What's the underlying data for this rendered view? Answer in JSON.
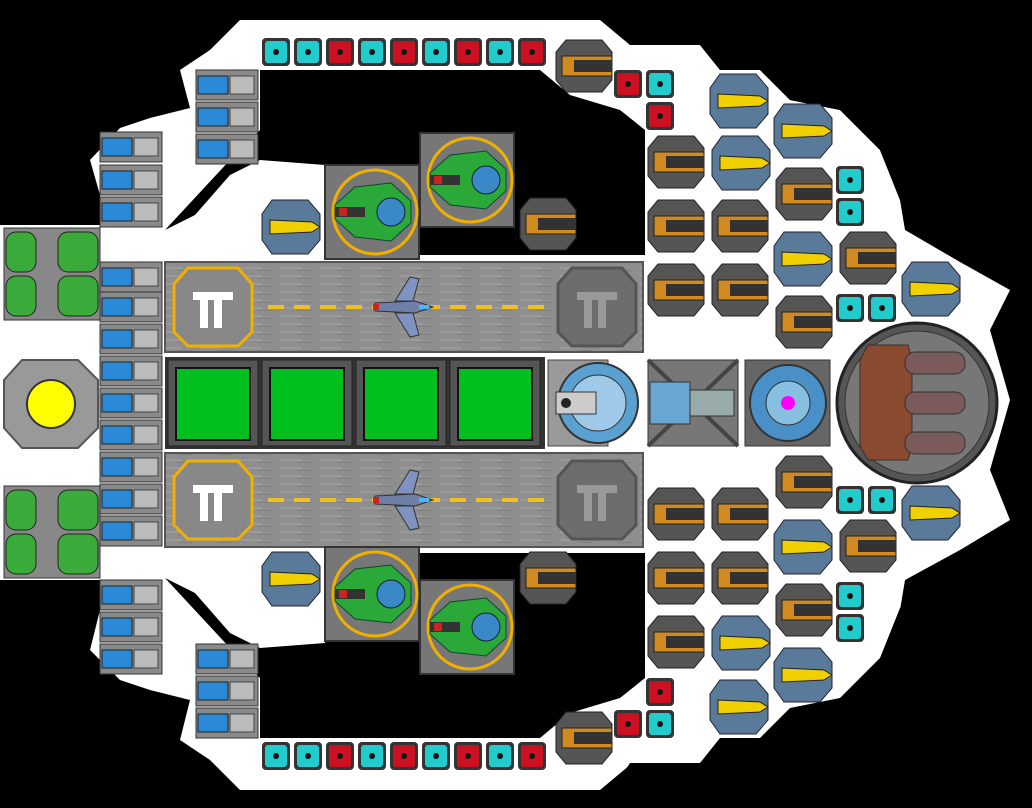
{
  "app": {
    "title": "",
    "view": "ship-layout"
  },
  "colors": {
    "background": "#000000",
    "hull": "#ffffff",
    "deck": "#8c8c8c",
    "runway_stripe": "#f0c020",
    "cargo_green": "#00c020",
    "reactor_yellow": "#ffff00",
    "core_magenta": "#ff00ff",
    "shield_cyan": "#22cccc",
    "armor_red": "#cc1122",
    "fighter_green": "#2aa838",
    "ring_gold": "#f0b000",
    "gun_orange": "#d08a20",
    "laser_yellow": "#f2d000",
    "thruster_blue": "#2a8ad8",
    "tank_green": "#3aaa3a",
    "turret_brown": "#8a4a30"
  },
  "modules": {
    "hangars": [
      {
        "id": "hangar-top",
        "label": ""
      },
      {
        "id": "hangar-bottom",
        "label": ""
      }
    ],
    "cargo_bays": 4,
    "shield_cells_top_row": [
      "cyan",
      "cyan",
      "red",
      "cyan",
      "red",
      "cyan",
      "red",
      "cyan",
      "red"
    ],
    "shield_cells_bottom_row": [
      "cyan",
      "cyan",
      "red",
      "cyan",
      "red",
      "cyan",
      "red",
      "cyan",
      "red"
    ],
    "fighter_bays": 4,
    "icons": {
      "reactor": "reactor-core-icon",
      "shield_generator": "shield-generator-icon",
      "main_cannon": "heavy-cannon-turret-icon",
      "bridge": "bridge-module-icon",
      "ion_drive": "ion-drive-icon"
    }
  }
}
